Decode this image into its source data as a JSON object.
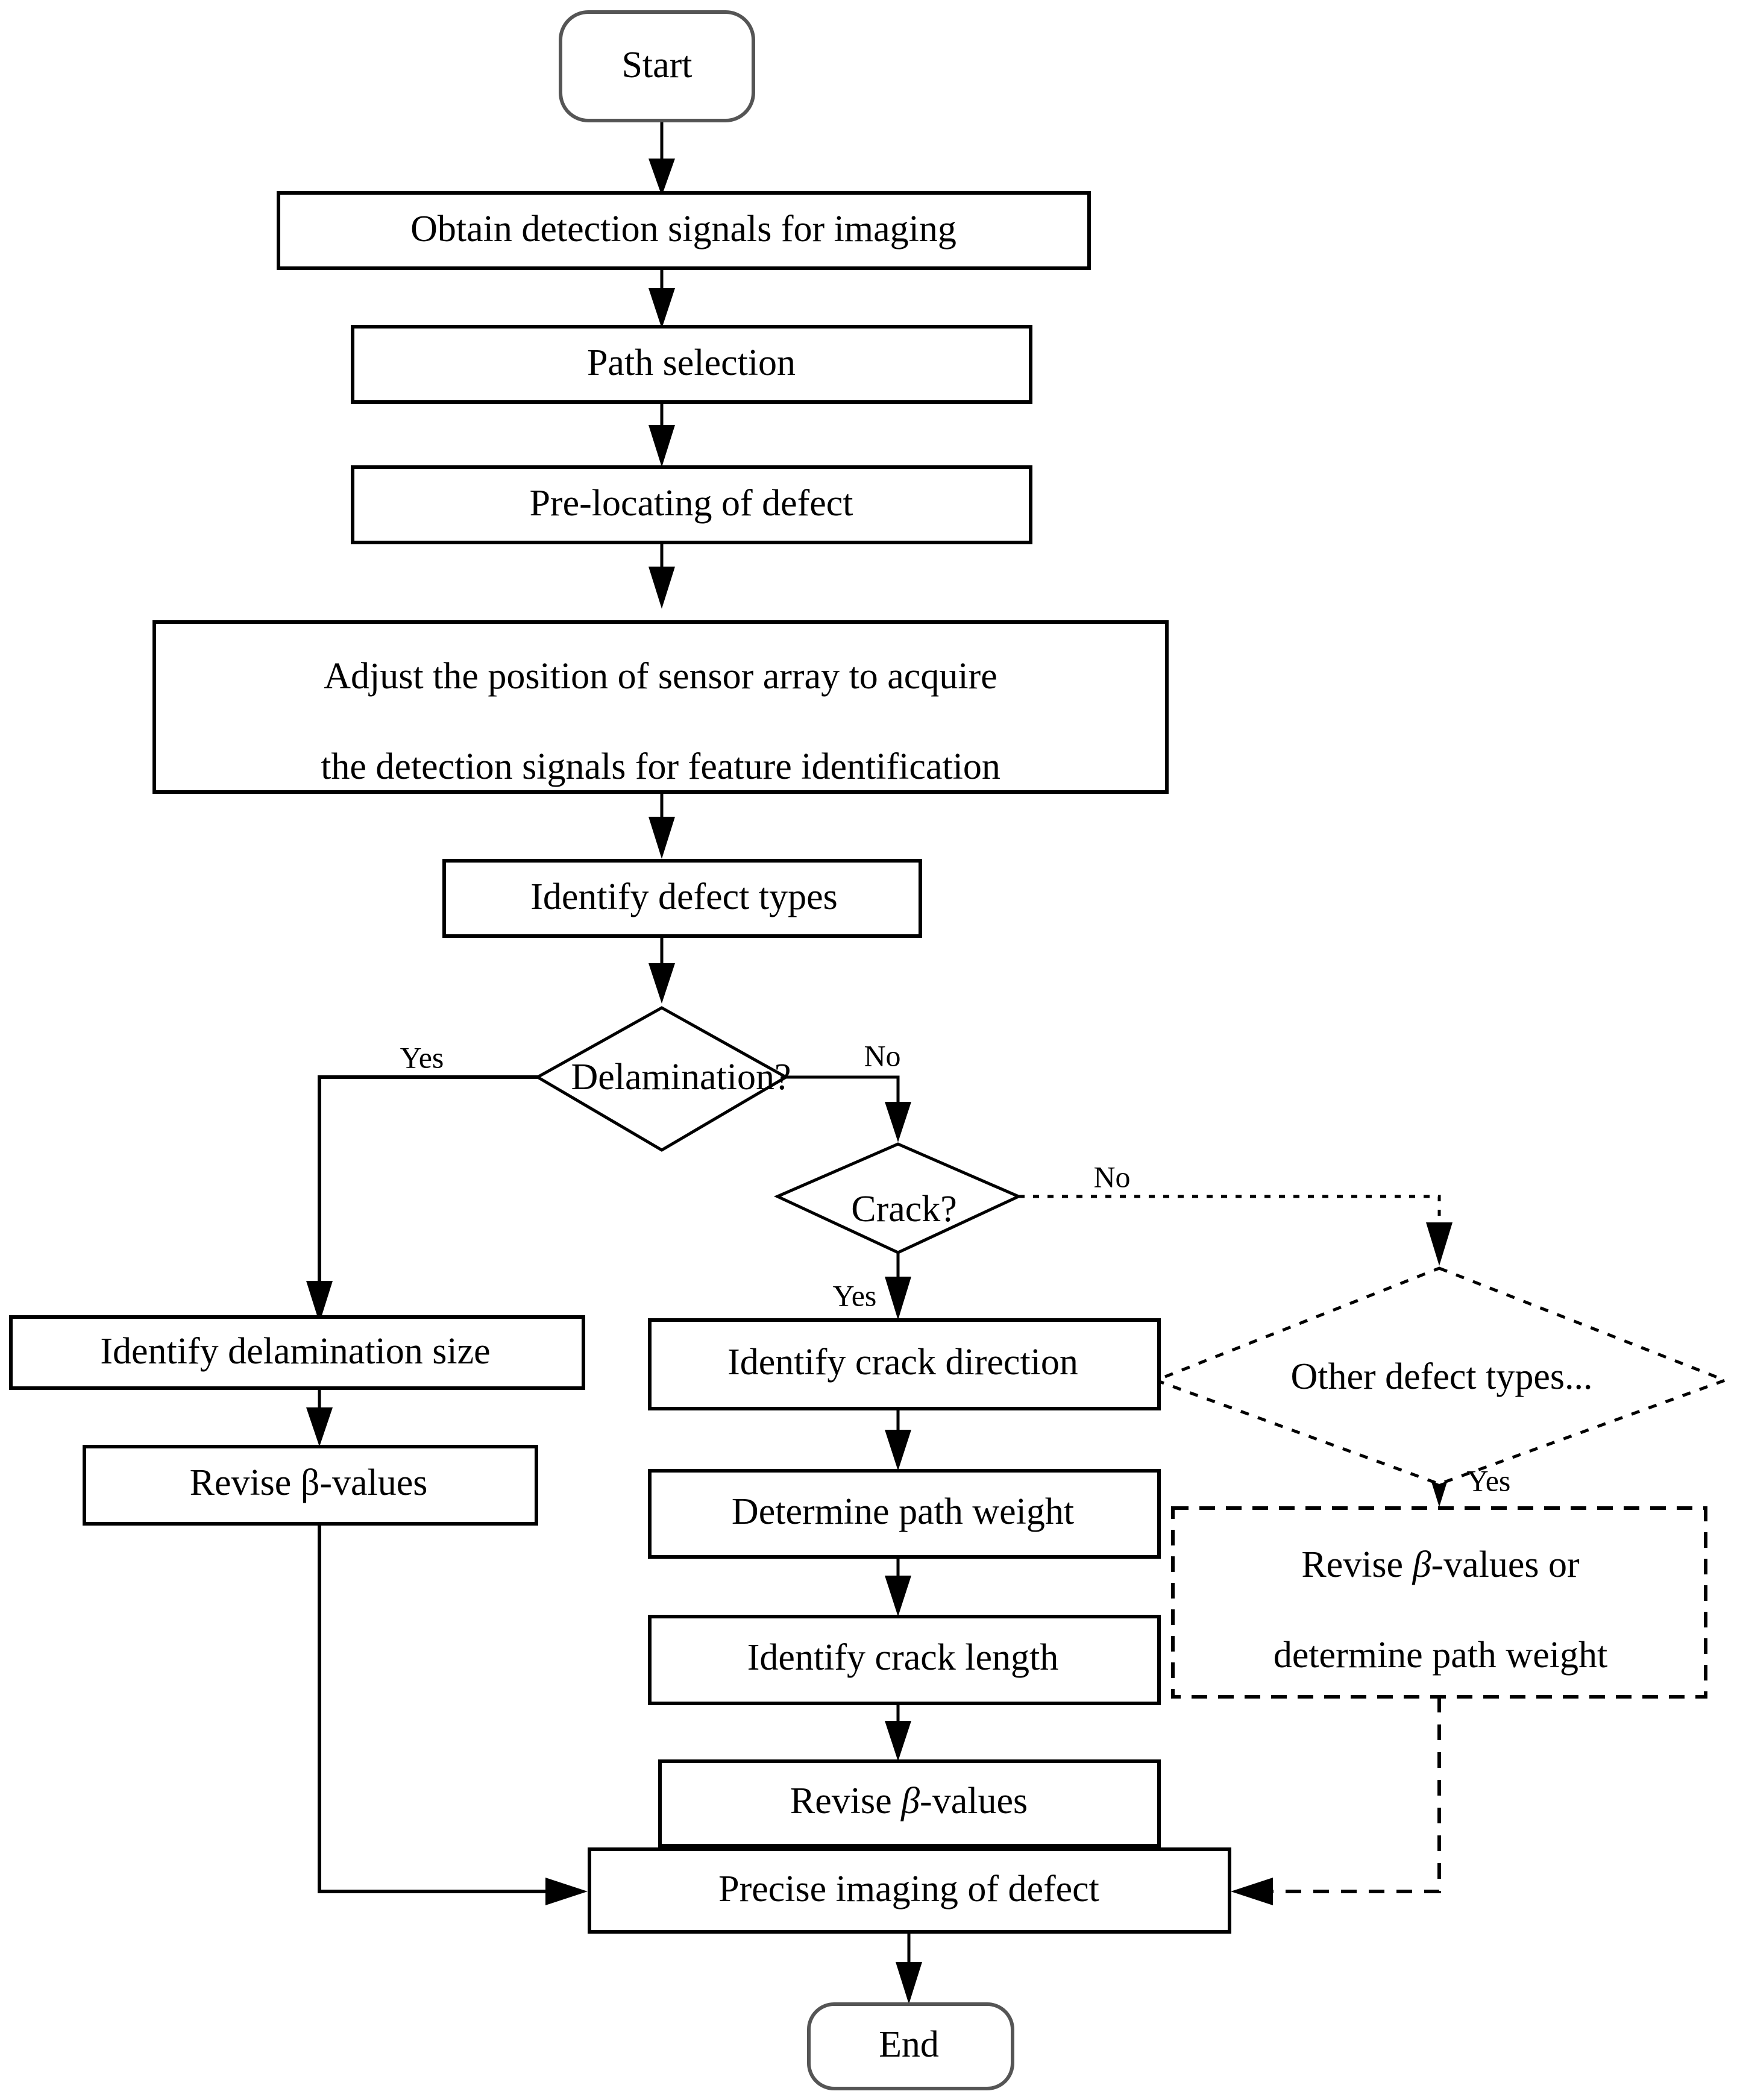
{
  "diagram": {
    "title": "Defect detection and precise imaging flowchart",
    "colors": {
      "stroke": "#000000",
      "fill": "#ffffff",
      "terminator_stroke": "#555555"
    },
    "nodes": {
      "start": {
        "label": "Start",
        "shape": "terminator"
      },
      "obtain_signals": {
        "label": "Obtain detection signals for imaging",
        "shape": "process"
      },
      "path_selection": {
        "label": "Path selection",
        "shape": "process"
      },
      "pre_locating": {
        "label": "Pre-locating of defect",
        "shape": "process"
      },
      "adjust_position_line1": {
        "label": "Adjust the position of sensor array to acquire",
        "shape": "process"
      },
      "adjust_position_line2": {
        "label": "the detection signals for feature identification",
        "shape": "process"
      },
      "identify_defect_types": {
        "label": "Identify defect types",
        "shape": "process"
      },
      "delamination_decision": {
        "label": "Delamination?",
        "shape": "decision"
      },
      "crack_decision": {
        "label": "Crack?",
        "shape": "decision"
      },
      "other_defect_types": {
        "label": "Other defect types...",
        "shape": "decision-dotted"
      },
      "identify_delamination_size": {
        "label": "Identify delamination size",
        "shape": "process"
      },
      "revise_beta_left_pre": {
        "label": "Revise ",
        "label_beta": "β",
        "label_post": "-values"
      },
      "identify_crack_direction": {
        "label": "Identify crack direction",
        "shape": "process"
      },
      "determine_path_weight": {
        "label": "Determine path weight",
        "shape": "process"
      },
      "identify_crack_length": {
        "label": "Identify crack length",
        "shape": "process"
      },
      "revise_beta_mid_pre": {
        "label": "Revise ",
        "label_beta": "β",
        "label_post": "-values"
      },
      "revise_or_determine_line1_pre": {
        "label": "Revise ",
        "label_beta": "β",
        "label_post": "-values or"
      },
      "revise_or_determine_line2": {
        "label": "determine path weight"
      },
      "precise_imaging": {
        "label": "Precise imaging of defect",
        "shape": "process"
      },
      "end": {
        "label": "End",
        "shape": "terminator"
      }
    },
    "edge_labels": {
      "delamination_yes": "Yes",
      "delamination_no": "No",
      "crack_yes": "Yes",
      "crack_no": "No",
      "other_yes": "Yes"
    }
  }
}
